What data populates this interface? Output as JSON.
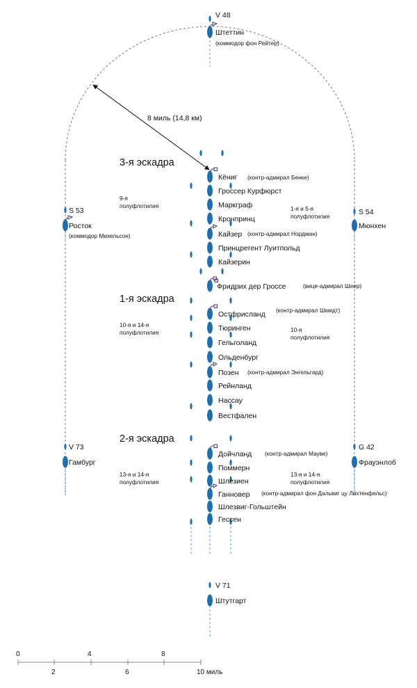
{
  "title": "",
  "colors": {
    "ship": "#1c6fb3",
    "dash": "#5aa0d8",
    "arc": "#777777",
    "flag": "#3a3a78",
    "text": "#111111"
  },
  "squadrons": {
    "third": "3-я эскадра",
    "first": "1-я эскадра",
    "second": "2-я эскадра"
  },
  "ships": {
    "konig": "Кёниг",
    "grosser": "Гроссер Курфюрст",
    "markgraf": "Маркграф",
    "kronprinz": "Кронпринц",
    "kaiser": "Кайзер",
    "prinzregent": "Принцрегент Луитпольд",
    "kaiserin": "Кайзерин",
    "friedrich": "Фридрих дер Гроссе",
    "ostfriesland": "Остфрисланд",
    "thuringen": "Тюринген",
    "helgoland": "Гельголанд",
    "oldenburg": "Ольденбург",
    "posen": "Позен",
    "rheinland": "Рейнланд",
    "nassau": "Нассау",
    "westfalen": "Вестфален",
    "deutschland": "Дойчланд",
    "pommern": "Поммерн",
    "schlesien": "Шлезиен",
    "hannover": "Ганновер",
    "schleswig": "Шлезвиг-Гольштейн",
    "hessen": "Гессен",
    "stettin": "Штеттин",
    "rostock": "Росток",
    "munchen": "Мюнхен",
    "hamburg": "Гамбург",
    "frauenlob": "Фрауэнлоб",
    "stuttgart": "Штутгарт"
  },
  "commanders": {
    "behncke": "(контр-адмирал Бенке)",
    "nordmann": "(контр-адмирал Нордман)",
    "scheer": "(вице-адмирал Шеер)",
    "schmidt": "(контр-адмирал Шмидт)",
    "engelhardt": "(контр-адмирал Энгельгард)",
    "mauve": "(контр-адмирал Мауве)",
    "dalwigk": "(контр-адмирал фон Дальвиг цу Лихтенфельс)",
    "reuter": "(коммодор фон Рейтер)",
    "michelsen": "(коммодор Михельсон)"
  },
  "flotillas": {
    "f9": [
      "9-я",
      "полуфлотилия"
    ],
    "f1_5": [
      "1-я и 5-я",
      "полуфлотилия"
    ],
    "f10_14": [
      "10-я и 14-я",
      "полуфлотилия"
    ],
    "f10": [
      "10-я",
      "полуфлотилия"
    ],
    "f13_14_left": [
      "13-я и 14-я",
      "полуфлотилия"
    ],
    "f13_14_right": [
      "13-я и 14-я",
      "полуфлотилия"
    ]
  },
  "escorts": {
    "v48": "V 48",
    "s53": "S 53",
    "s54": "S 54",
    "v73": "V 73",
    "g42": "G 42",
    "v71": "V 71"
  },
  "distance_label": "8 миль (14,8 км)",
  "scale": {
    "top_labels": [
      "0",
      "4",
      "8"
    ],
    "bottom_labels": [
      "2",
      "6",
      "10 миль"
    ]
  }
}
